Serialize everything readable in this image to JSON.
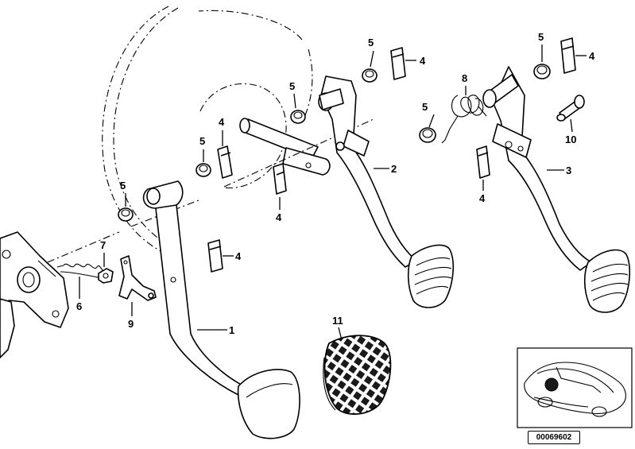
{
  "callouts": {
    "c1": "1",
    "c2": "2",
    "c3": "3",
    "c4a": "4",
    "c4b": "4",
    "c4c": "4",
    "c4d": "4",
    "c4e": "4",
    "c4f": "4",
    "c5a": "5",
    "c5b": "5",
    "c5c": "5",
    "c5d": "5",
    "c5e": "5",
    "c5f": "5",
    "c6": "6",
    "c7": "7",
    "c8": "8",
    "c9": "9",
    "c10": "10",
    "c11": "11"
  },
  "reference_code": "00069602",
  "icons": {
    "car_thumbnail": "car-silhouette-icon",
    "locator": "location-dot-icon"
  },
  "colors": {
    "line": "#000000",
    "background": "#ffffff"
  }
}
